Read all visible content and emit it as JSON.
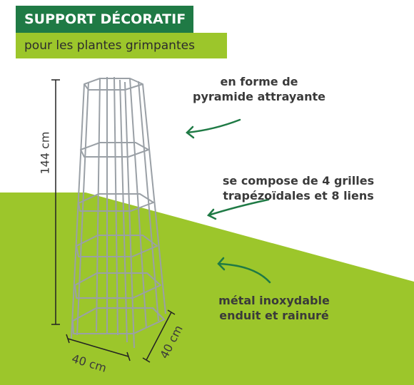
{
  "header": {
    "title": "SUPPORT DÉCORATIF",
    "subtitle": "pour les plantes grimpantes"
  },
  "callouts": {
    "shape_line1": "en forme de",
    "shape_line2": "pyramide attrayante",
    "composition_line1": "se compose de 4 grilles",
    "composition_line2": "trapézoïdales et 8 liens",
    "material_line1": "métal inoxydable",
    "material_line2": "enduit et rainuré"
  },
  "dimensions": {
    "height": "144 cm",
    "width": "40 cm",
    "depth": "40 cm"
  },
  "colors": {
    "dark_green": "#1f7a45",
    "lime_green": "#9cc62b",
    "wire": "#9aa0a6"
  }
}
